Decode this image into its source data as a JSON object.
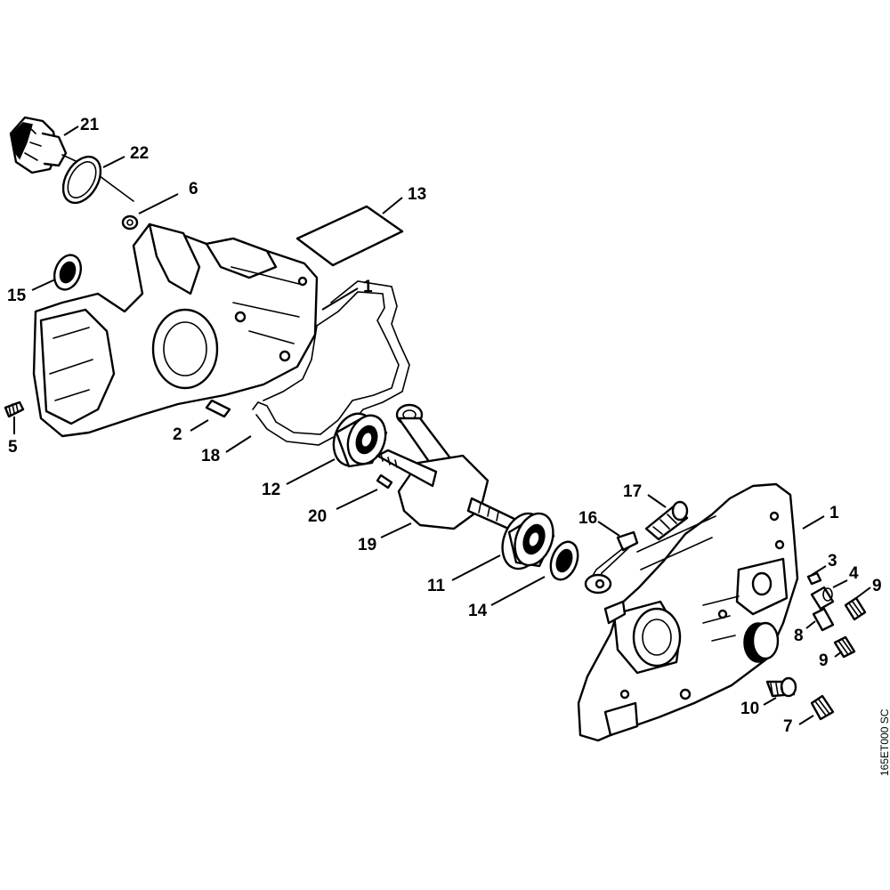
{
  "diagram": {
    "drawing_code": "165ET000 SC",
    "callouts": [
      {
        "id": "c21",
        "label": "21"
      },
      {
        "id": "c22",
        "label": "22"
      },
      {
        "id": "c6",
        "label": "6"
      },
      {
        "id": "c13",
        "label": "13"
      },
      {
        "id": "c15",
        "label": "15"
      },
      {
        "id": "c1a",
        "label": "1"
      },
      {
        "id": "c5",
        "label": "5"
      },
      {
        "id": "c2",
        "label": "2"
      },
      {
        "id": "c18",
        "label": "18"
      },
      {
        "id": "c12",
        "label": "12"
      },
      {
        "id": "c20",
        "label": "20"
      },
      {
        "id": "c19",
        "label": "19"
      },
      {
        "id": "c17",
        "label": "17"
      },
      {
        "id": "c16",
        "label": "16"
      },
      {
        "id": "c1b",
        "label": "1"
      },
      {
        "id": "c3",
        "label": "3"
      },
      {
        "id": "c4",
        "label": "4"
      },
      {
        "id": "c9a",
        "label": "9"
      },
      {
        "id": "c8",
        "label": "8"
      },
      {
        "id": "c9b",
        "label": "9"
      },
      {
        "id": "c11",
        "label": "11"
      },
      {
        "id": "c14",
        "label": "14"
      },
      {
        "id": "c10",
        "label": "10"
      },
      {
        "id": "c7",
        "label": "7"
      }
    ]
  }
}
